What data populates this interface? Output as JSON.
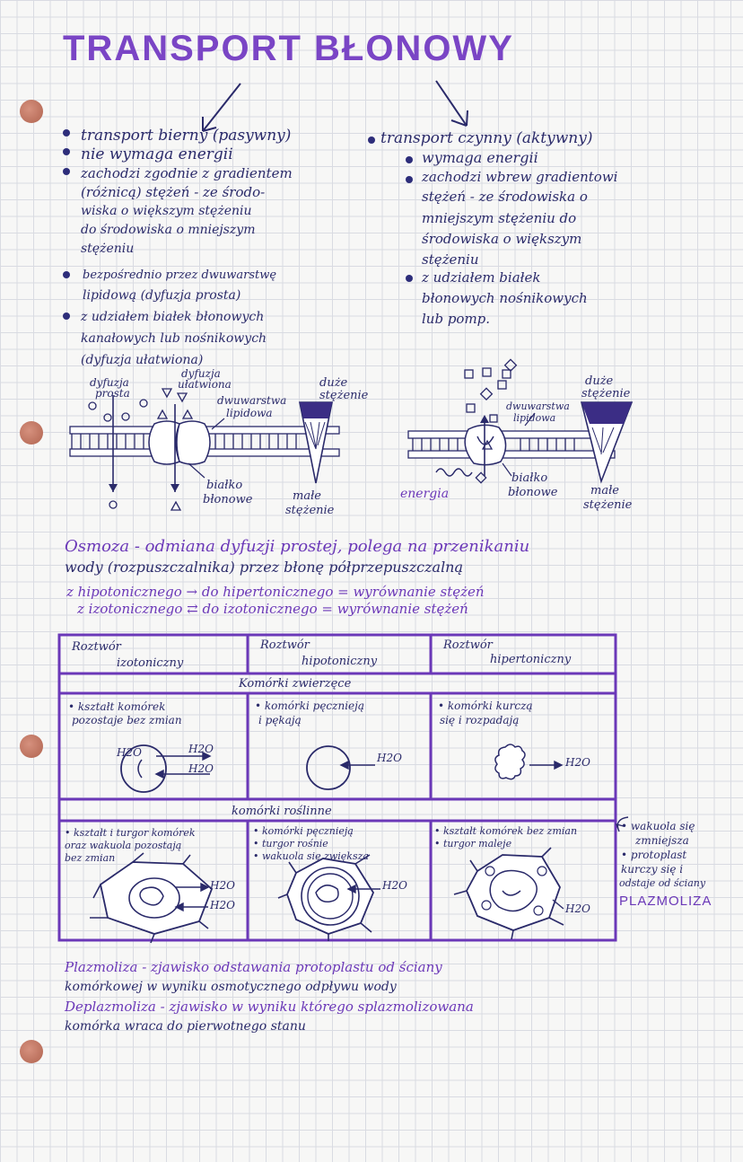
{
  "title": "TRANSPORT BŁONOWY",
  "passive": {
    "heading": "transport bierny (pasywny)",
    "points": [
      "nie wymaga energii",
      "zachodzi zgodnie z gradientem",
      "(różnicą) stężeń - ze środo-",
      "wiska o większym stężeniu",
      "do środowiska o mniejszym",
      "stężeniu"
    ],
    "simple": [
      "bezpośrednio przez dwuwarstwę",
      "lipidową (dyfuzja prosta)"
    ],
    "facilitated": [
      "z udziałem białek błonowych",
      "kanałowych lub nośnikowych",
      "(dyfuzja ułatwiona)"
    ],
    "diagram": {
      "simple_label": [
        "dyfuzja",
        "prosta"
      ],
      "facilitated_label": [
        "dyfuzja",
        "ułatwiona"
      ],
      "bilayer_label": [
        "dwuwarstwa",
        "lipidowa"
      ],
      "high_label": [
        "duże",
        "stężenie"
      ],
      "protein_label": [
        "białko",
        "błonowe"
      ],
      "low_label": [
        "małe",
        "stężenie"
      ]
    }
  },
  "active": {
    "heading": "transport czynny (aktywny)",
    "points": [
      "wymaga energii",
      "zachodzi wbrew gradientowi",
      "stężeń - ze środowiska o",
      "mniejszym stężeniu do",
      "środowiska o większym",
      "stężeniu"
    ],
    "proteins": [
      "z udziałem białek",
      "błonowych nośnikowych",
      "lub pomp."
    ],
    "diagram": {
      "high_label": [
        "duże",
        "stężenie"
      ],
      "bilayer_label": [
        "dwuwarstwa",
        "lipidowa"
      ],
      "energy_label": "energia",
      "protein_label": [
        "białko",
        "błonowe"
      ],
      "low_label": [
        "małe",
        "stężenie"
      ]
    }
  },
  "osmosis": [
    "Osmoza - odmiana dyfuzji prostej, polega na przenikaniu",
    "wody (rozpuszczalnika) przez błonę półprzepuszczalną",
    "z hipotonicznego → do hipertonicznego = wyrównanie stężeń",
    "z izotonicznego ⇄ do izotonicznego = wyrównanie stężeń"
  ],
  "table": {
    "headers": [
      [
        "Roztwór",
        "izotoniczny"
      ],
      [
        "Roztwór",
        "hipotoniczny"
      ],
      [
        "Roztwór",
        "hipertoniczny"
      ]
    ],
    "animal_heading": "Komórki zwierzęce",
    "animal": [
      [
        "• kształt komórek",
        "pozostaje bez zmian"
      ],
      [
        "• komórki pęcznieją",
        "i pękają"
      ],
      [
        "• komórki kurczą",
        "się i rozpadają"
      ]
    ],
    "plant_heading": "komórki roślinne",
    "plant": [
      [
        "• kształt i turgor komórek",
        "oraz wakuola pozostają",
        "bez zmian"
      ],
      [
        "• komórki pęcznieją",
        "• turgor rośnie",
        "• wakuola się zwiększa"
      ],
      [
        "• kształt komórek bez zmian",
        "• turgor maleje"
      ]
    ],
    "water": "H2O"
  },
  "side_note": [
    "• wakuola się",
    "zmniejsza",
    "• protoplast",
    "kurczy się i",
    "odstaje od ściany"
  ],
  "plasmolysis_word": "PLAZMOLIZA",
  "definitions": [
    "Plazmoliza - zjawisko odstawania protoplastu od ściany",
    "komórkowej w wyniku osmotycznego odpływu wody",
    "Deplazmoliza - zjawisko w wyniku którego splazmolizowana",
    "komórka wraca do pierwotnego stanu"
  ],
  "colors": {
    "ink": "#2a2a6a",
    "accent": "#6b38b8",
    "title": "#7a45c5"
  }
}
